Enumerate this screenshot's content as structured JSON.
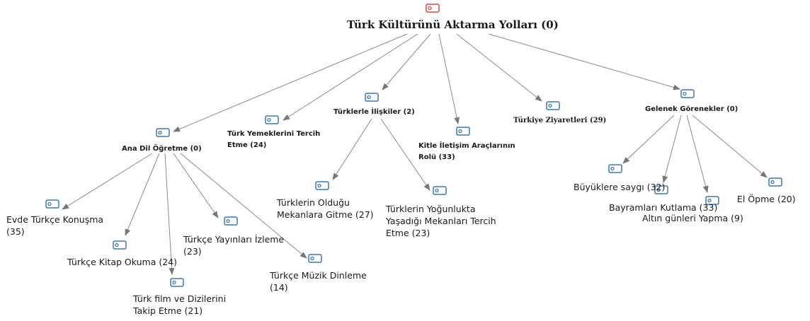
{
  "root": {
    "label": "Türk Kültürünü Aktarma Yolları (0)"
  },
  "level1": {
    "ana_dil": "Ana Dil Öğretme (0)",
    "yemek_line1": "Türk Yemeklerini Tercih",
    "yemek_line2": "Etme (24)",
    "iliskiler": "Türklerle İlişkiler (2)",
    "kitle_line1": "Kitle İletişim Araçlarının",
    "kitle_line2": "Rolü (33)",
    "ziyaret": "Türkiye Ziyaretleri (29)",
    "gelenek": "Gelenek Görenekler (0)"
  },
  "ana_dil_children": {
    "evde_line1": "Evde Türkçe Konuşma",
    "evde_line2": "(35)",
    "kitap": "Türkçe Kitap Okuma (24)",
    "film_line1": "Türk film ve Dizilerini",
    "film_line2": "Takip Etme (21)",
    "yayin_line1": "Türkçe Yayınları İzleme",
    "yayin_line2": "(23)",
    "muzik_line1": "Türkçe Müzik Dinleme",
    "muzik_line2": "(14)"
  },
  "iliskiler_children": {
    "oldugu_line1": "Türklerin Olduğu",
    "oldugu_line2": "Mekanlara Gitme (27)",
    "yogun_line1": "Türklerin Yoğunlukta",
    "yogun_line2": "Yaşadığı Mekanları Tercih",
    "yogun_line3": "Etme (23)"
  },
  "gelenek_children": {
    "buyukler": "Büyüklere saygı (32)",
    "bayram": "Bayramları Kutlama (33)",
    "altin": "Altın günleri Yapma (9)",
    "el": "El Öpme (20)"
  },
  "colors": {
    "root_icon": "#d9473a",
    "node_icon": "#3a78b5",
    "edge": "#808080"
  },
  "icon_name": "code-tag-icon"
}
